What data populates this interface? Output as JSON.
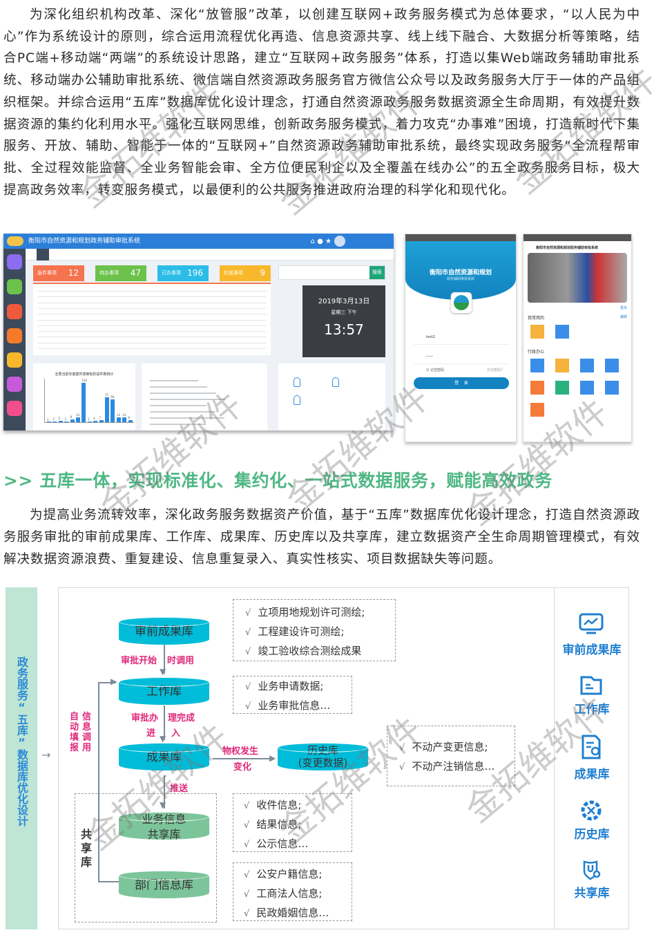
{
  "intro_paragraph": "为深化组织机构改革、深化“放管服”改革，以创建互联网+政务服务模式为总体要求，“以人民为中心”作为系统设计的原则，综合运用流程优化再造、信息资源共享、线上线下融合、大数据分析等策略，结合PC端+移动端“两端”的系统设计思路，建立“互联网+政务服务”体系，打造以集Web端政务辅助审批系统、移动端办公辅助审批系统、微信端自然资源政务服务官方微信公众号以及政务服务大厅于一体的产品组织框架。并综合运用“五库”数据库优化设计理念，打通自然资源政务服务数据资源全生命周期，有效提升数据资源的集约化利用水平。强化互联网思维，创新政务服务模式，着力攻克“办事难”困境，打造新时代下集服务、开放、辅助、智能于一体的“互联网+”自然资源政务辅助审批系统，最终实现政务服务“全流程帮审批、全过程效能监督、全业务智能会审、全方位便民利企以及全覆盖在线办公”的五全政务服务目标，极大提高政务效率，转变服务模式，以最便利的公共服务推进政府治理的科学化和现代化。",
  "desktop": {
    "title": "衡阳市自然资源和规划政务辅助审批系统",
    "stats": [
      {
        "label": "急件事项",
        "value": "12",
        "color": "#f5734f"
      },
      {
        "label": "待办事项",
        "value": "47",
        "color": "#6cc24a"
      },
      {
        "label": "已办事项",
        "value": "196",
        "color": "#2bbde8"
      },
      {
        "label": "抄送事项",
        "value": "9",
        "color": "#f9b82b"
      }
    ],
    "search_button": "搜索",
    "clock": {
      "date": "2019年3月13日",
      "weekday": "星期三 下午",
      "time": "13:57"
    },
    "chart_title": "全局当前年度案件按审批阶段件数统计",
    "chart_values": [
      1,
      3,
      5,
      3,
      9,
      14,
      120,
      3,
      4,
      7,
      75,
      69,
      14,
      14,
      6
    ]
  },
  "phone_login": {
    "title": "衡阳市自然资源和规划",
    "subtitle": "政务辅助审批系统",
    "username": "test2",
    "remember": "记住密码",
    "forgot": "忘记密码?",
    "login": "登    录"
  },
  "phone_home": {
    "title": "衡阳市自然资源和规划政务辅助审批系统",
    "more": "更多",
    "common": "我常用的",
    "edit": "编辑",
    "office": "行政办公"
  },
  "section_heading": ">> 五库一体，实现标准化、集约化、一站式数据服务，赋能高效政务",
  "section_paragraph": "为提高业务流转效率，深化政务服务数据资产价值，基于“五库”数据库优化设计理念，打造自然资源政务服务审批的审前成果库、工作库、成果库、历史库以及共享库，建立数据资产全生命周期管理模式，有效解决数据资源浪费、重复建设、信息重复录入、真实性核实、项目数据缺失等问题。",
  "diagram": {
    "left_label": "政务服务“五库”数据库优化设计",
    "cylinders": {
      "pre": "审前成果库",
      "work": "工作库",
      "result": "成果库",
      "history_1": "历史库",
      "history_2": "(变更数据)",
      "share_1": "业务信息",
      "share_2": "共享库",
      "dept": "部门信息库"
    },
    "edges": {
      "e1a": "审批开始",
      "e1b": "时调用",
      "e2a": "审批办",
      "e2b": "理完成",
      "e2c": "进",
      "e2d": "入",
      "e3a": "物权发生",
      "e3b": "变化",
      "e4": "推送",
      "back_1": "自动填报",
      "back_2": "信息调用"
    },
    "share_group": "共享库",
    "lists": [
      [
        "立项用地规划许可测绘;",
        "工程建设许可测绘;",
        "竣工验收综合测绘成果"
      ],
      [
        "业务申请数据;",
        "业务审批信息…"
      ],
      [
        "不动产变更信息;",
        "不动产注销信息…"
      ],
      [
        "收件信息;",
        "结果信息;",
        "公示信息…"
      ],
      [
        "公安户籍信息;",
        "工商法人信息;",
        "民政婚姻信息…"
      ]
    ],
    "legend": [
      "审前成果库",
      "工作库",
      "成果库",
      "历史库",
      "共享库"
    ]
  },
  "watermark": "金拓维软件"
}
